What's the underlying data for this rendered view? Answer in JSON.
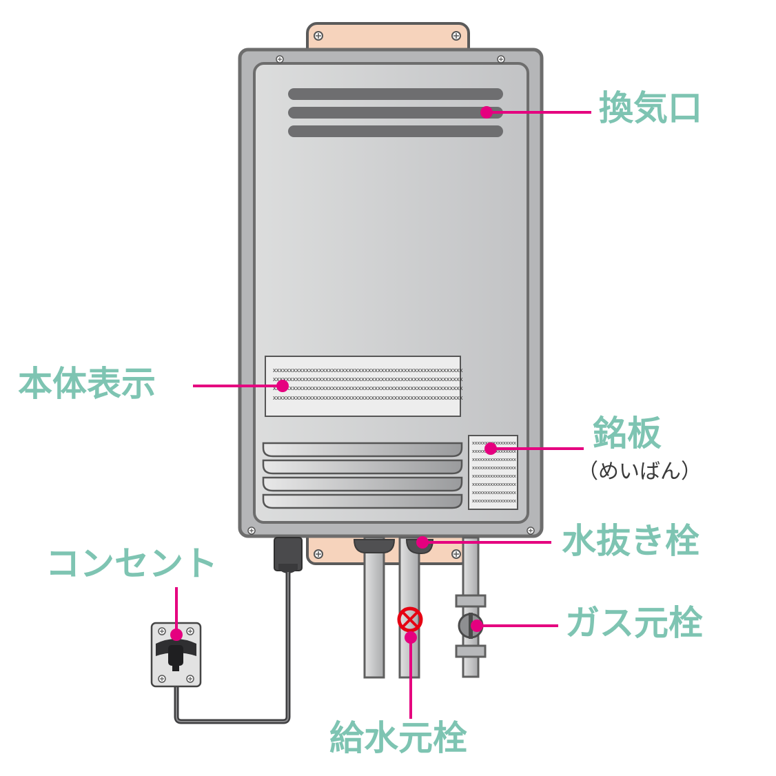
{
  "labels": {
    "vent": "換気口",
    "body_display": "本体表示",
    "nameplate": "銘板",
    "nameplate_reading": "（めいばん）",
    "drain_plug": "水抜き栓",
    "outlet": "コンセント",
    "gas_valve": "ガス元栓",
    "water_valve": "給水元栓"
  },
  "placeholder_text": {
    "body_display_line": "xxxxxxxxxxxxxxxxxxxxxxxxxxxxxxxxxxxxxxxxxxxxxxxxxxxxxxxxxx",
    "nameplate_line": "xxxxxxxxxxxxxxxxx"
  },
  "colors": {
    "accent": "#e5007f",
    "label_text": "#7ec4b2",
    "casing": "#c9cacc",
    "casing_border": "#6d6d6d",
    "bracket": "#f6d3bc",
    "valve_handle": "#e60012"
  }
}
